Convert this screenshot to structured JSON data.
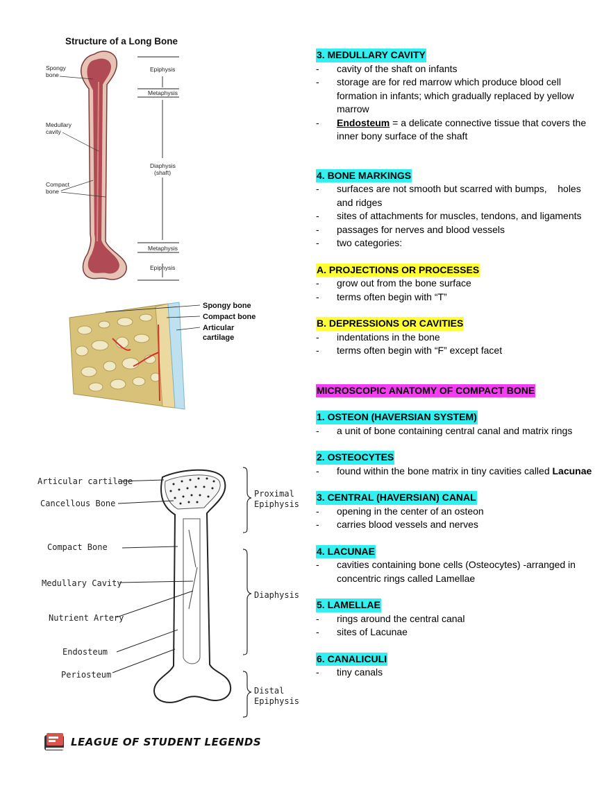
{
  "figure1": {
    "title": "Structure of a Long Bone",
    "left_labels": [
      "Spongy",
      "bone",
      "Medullary",
      "cavity",
      "Compact",
      "bone"
    ],
    "right_labels": [
      "Epiphysis",
      "Metaphysis",
      "Diaphysis",
      "(shaft)",
      "Metaphysis",
      "Epiphysis"
    ]
  },
  "figure2": {
    "labels": [
      "Spongy bone",
      "Compact bone",
      "Articular",
      "cartilage"
    ]
  },
  "figure3": {
    "left_labels": [
      "Articular cartilage",
      "Cancellous Bone",
      "Compact Bone",
      "Medullary Cavity",
      "Nutrient Artery",
      "Endosteum",
      "Periosteum"
    ],
    "right_labels": [
      "Proximal",
      "Epiphysis",
      "Diaphysis",
      "Distal",
      "Epiphysis"
    ]
  },
  "sections": {
    "s1": {
      "heading": "3.  MEDULLARY CAVITY",
      "items": [
        "cavity of the shaft on infants",
        "storage are for red marrow which produce blood cell formation in infants; which gradually replaced by yellow marrow"
      ],
      "endosteum_term": "Endosteum",
      "endosteum_text": " = a delicate connective tissue that covers the inner bony surface of the shaft"
    },
    "s2": {
      "heading": "4.  BONE MARKINGS",
      "items": [
        "surfaces are not smooth but scarred with bumps,    holes and ridges",
        "sites of attachments for muscles, tendons, and ligaments",
        "passages for nerves and blood vessels",
        "two categories:"
      ]
    },
    "s3": {
      "heading": "A.  PROJECTIONS OR PROCESSES",
      "items": [
        "grow out from the bone surface",
        "terms often begin with “T”"
      ]
    },
    "s4": {
      "heading": "B.  DEPRESSIONS OR CAVITIES",
      "items": [
        "indentations in the bone",
        "terms often begin with “F” except facet"
      ]
    },
    "s5": {
      "heading": "MICROSCOPIC ANATOMY OF COMPACT BONE"
    },
    "s6": {
      "heading": "1.  OSTEON (HAVERSIAN SYSTEM)",
      "items": [
        "a unit of bone containing central canal and matrix rings"
      ]
    },
    "s7": {
      "heading": "2.  OSTEOCYTES",
      "item_text": "found within the bone matrix in tiny cavities called ",
      "item_bold": "Lacunae"
    },
    "s8": {
      "heading": "3.  CENTRAL (HAVERSIAN) CANAL",
      "items": [
        "opening in the center of an osteon",
        "carries blood vessels and nerves"
      ]
    },
    "s9": {
      "heading": "4.  LACUNAE",
      "items": [
        "cavities containing bone cells (Osteocytes) -arranged in concentric rings called Lamellae"
      ]
    },
    "s10": {
      "heading": "5.  LAMELLAE",
      "items": [
        "rings around the central canal",
        "sites of Lacunae"
      ]
    },
    "s11": {
      "heading": "6.  CANALICULI",
      "items": [
        "tiny canals"
      ]
    }
  },
  "dash": "-",
  "logo": {
    "text": "LEAGUE OF STUDENT LEGENDS"
  },
  "colors": {
    "cyan": "#33f0f0",
    "yellow": "#ffff33",
    "magenta": "#f23df0",
    "bone_red": "#b04a55"
  }
}
